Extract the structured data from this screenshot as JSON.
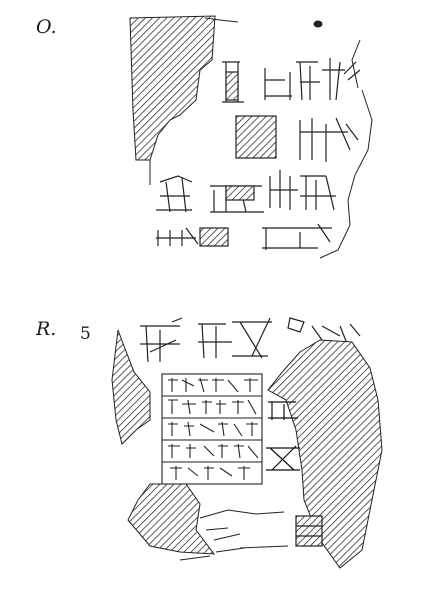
{
  "obverse": {
    "label": "O."
  },
  "reverse": {
    "label": "R.",
    "line_number": "5"
  }
}
